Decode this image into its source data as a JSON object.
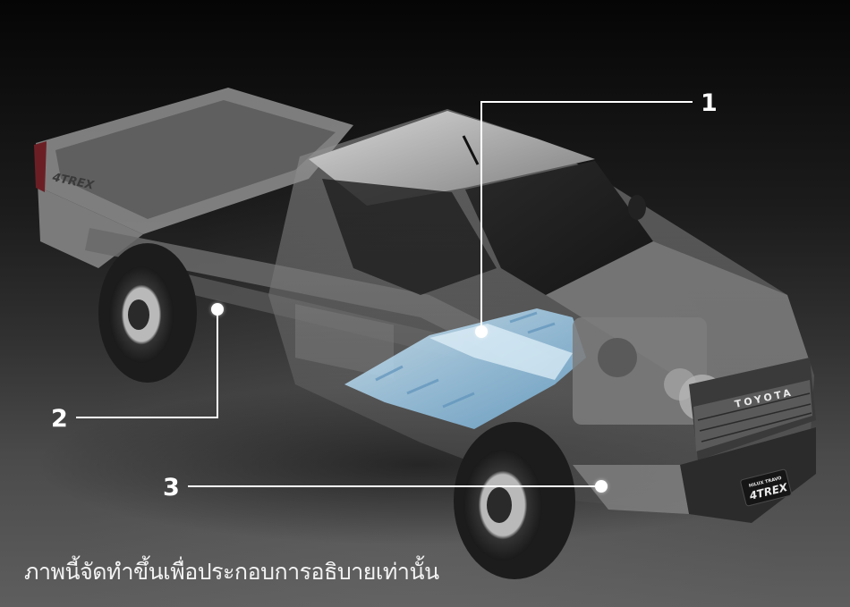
{
  "image": {
    "subject": "Toyota Hilux Travo 4TREX single-cab pickup, translucent cutaway view",
    "background_colors": {
      "top": "#050505",
      "middle": "#303030",
      "bottom": "#5e5e5e"
    },
    "highlight_color": "#8fc3e6"
  },
  "vehicle": {
    "grille_brand": "TOYOTA",
    "plate_small_text": "HILUX TRAVO",
    "plate_large_text": "4TREX",
    "tailgate_emblem": "4TREX"
  },
  "callouts": [
    {
      "number": "1",
      "target": "blue-highlighted-cabin-floor-panel"
    },
    {
      "number": "2",
      "target": "rear-chassis-frame-point"
    },
    {
      "number": "3",
      "target": "front-lower-engine-bay-point"
    }
  ],
  "disclaimer": "ภาพนี้จัดทำขึ้นเพื่อประกอบการอธิบายเท่านั้น"
}
